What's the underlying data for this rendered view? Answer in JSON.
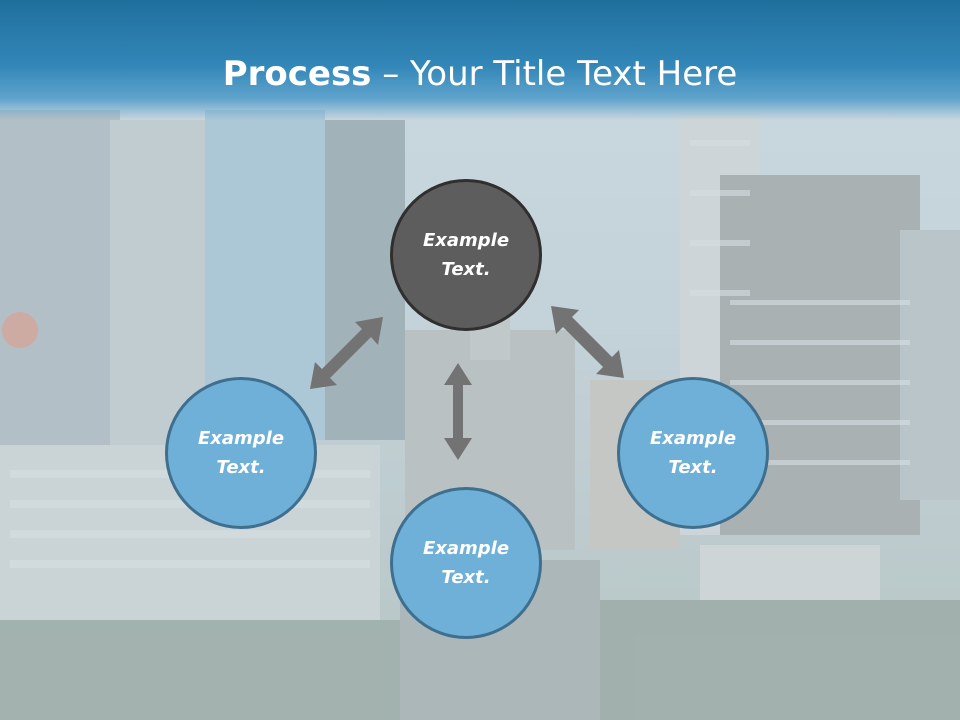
{
  "slide": {
    "title_bold": "Process",
    "title_rest": " – Your Title Text Here"
  },
  "diagram": {
    "nodes": [
      {
        "id": "top",
        "line1": "Example",
        "line2": "Text.",
        "fill": "#5d5d5d"
      },
      {
        "id": "left",
        "line1": "Example",
        "line2": "Text.",
        "fill": "#6fb0d8"
      },
      {
        "id": "right",
        "line1": "Example",
        "line2": "Text.",
        "fill": "#6fb0d8"
      },
      {
        "id": "bottom",
        "line1": "Example",
        "line2": "Text.",
        "fill": "#6fb0d8"
      }
    ],
    "arrow_color": "#737373"
  },
  "colors": {
    "title_band": "#2a7aab",
    "title_text": "#ffffff"
  }
}
